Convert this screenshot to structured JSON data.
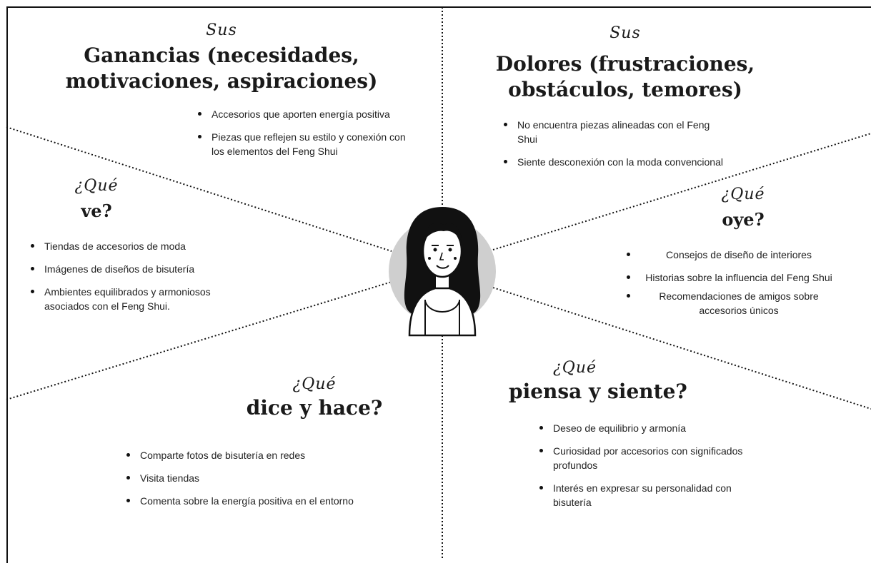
{
  "gains": {
    "kicker": "Sus",
    "title": "Ganancias (necesidades, motivaciones, aspiraciones)",
    "items": [
      "Accesorios que aporten energía positiva",
      "Piezas que reflejen su estilo y conexión con los elementos del Feng Shui"
    ]
  },
  "pains": {
    "kicker": "Sus",
    "title": "Dolores (frustraciones, obstáculos, temores)",
    "items": [
      "No encuentra piezas alineadas con el Feng Shui",
      "Siente desconexión con la moda convencional"
    ]
  },
  "sees": {
    "kicker": "¿Qué",
    "title": "ve?",
    "items": [
      "Tiendas de accesorios de moda",
      "Imágenes de diseños de bisutería",
      "Ambientes equilibrados y armoniosos asociados con el Feng Shui."
    ]
  },
  "hears": {
    "kicker": "¿Qué",
    "title": "oye?",
    "items": [
      "Consejos de diseño de interiores",
      "Historias sobre la influencia del Feng Shui",
      "Recomendaciones de amigos sobre accesorios únicos"
    ]
  },
  "says_does": {
    "kicker": "¿Qué",
    "title": "dice y hace?",
    "items": [
      "Comparte fotos de bisutería en redes",
      "Visita tiendas",
      "Comenta sobre la energía positiva en el entorno"
    ]
  },
  "thinks_feels": {
    "kicker": "¿Qué",
    "title": "piensa y siente?",
    "items": [
      "Deseo de equilibrio y armonía",
      "Curiosidad por accesorios con significados profundos",
      "Interés en expresar su personalidad con bisutería"
    ]
  },
  "colors": {
    "avatar_bg": "#cfcfcf",
    "ink": "#111111"
  },
  "avatar": {
    "icon": "woman-avatar-icon"
  }
}
